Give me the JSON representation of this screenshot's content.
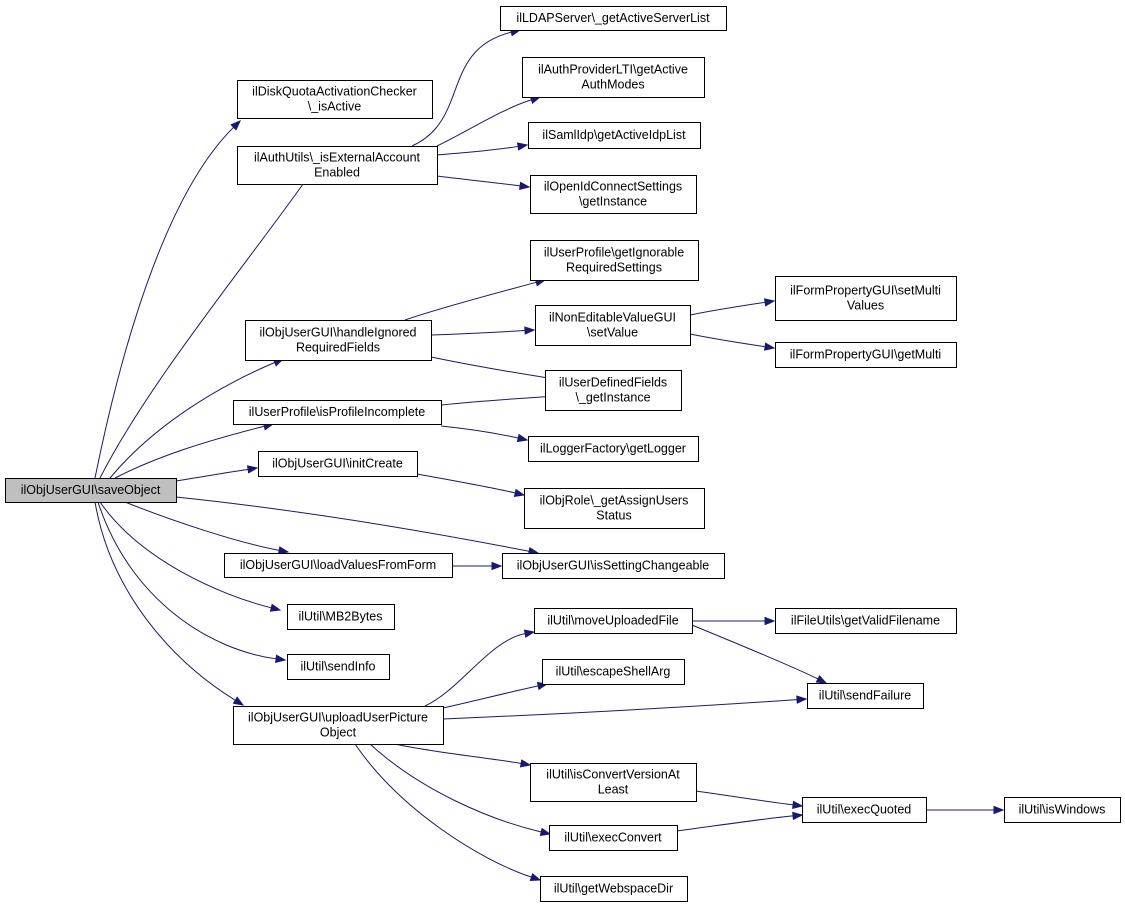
{
  "graph": {
    "nodes": [
      {
        "id": "saveObject",
        "lines": [
          "ilObjUserGUI\\saveObject"
        ],
        "root": true
      },
      {
        "id": "diskQuota",
        "lines": [
          "ilDiskQuotaActivationChecker",
          "\\_isActive"
        ]
      },
      {
        "id": "isExternal",
        "lines": [
          "ilAuthUtils\\_isExternalAccount",
          "Enabled"
        ]
      },
      {
        "id": "ldap",
        "lines": [
          "ilLDAPServer\\_getActiveServerList"
        ]
      },
      {
        "id": "lti",
        "lines": [
          "ilAuthProviderLTI\\getActive",
          "AuthModes"
        ]
      },
      {
        "id": "saml",
        "lines": [
          "ilSamlIdp\\getActiveIdpList"
        ]
      },
      {
        "id": "openid",
        "lines": [
          "ilOpenIdConnectSettings",
          "\\getInstance"
        ]
      },
      {
        "id": "getIgnorable",
        "lines": [
          "ilUserProfile\\getIgnorable",
          "RequiredSettings"
        ]
      },
      {
        "id": "handleIgnored",
        "lines": [
          "ilObjUserGUI\\handleIgnored",
          "RequiredFields"
        ]
      },
      {
        "id": "nonEditable",
        "lines": [
          "ilNonEditableValueGUI",
          "\\setValue"
        ]
      },
      {
        "id": "setMulti",
        "lines": [
          "ilFormPropertyGUI\\setMulti",
          "Values"
        ]
      },
      {
        "id": "getMulti",
        "lines": [
          "ilFormPropertyGUI\\getMulti"
        ]
      },
      {
        "id": "userDefined",
        "lines": [
          "ilUserDefinedFields",
          "\\_getInstance"
        ]
      },
      {
        "id": "isProfileIncomplete",
        "lines": [
          "ilUserProfile\\isProfileIncomplete"
        ]
      },
      {
        "id": "getLogger",
        "lines": [
          "ilLoggerFactory\\getLogger"
        ]
      },
      {
        "id": "initCreate",
        "lines": [
          "ilObjUserGUI\\initCreate"
        ]
      },
      {
        "id": "assignUsers",
        "lines": [
          "ilObjRole\\_getAssignUsers",
          "Status"
        ]
      },
      {
        "id": "loadValues",
        "lines": [
          "ilObjUserGUI\\loadValuesFromForm"
        ]
      },
      {
        "id": "isSettingChangeable",
        "lines": [
          "ilObjUserGUI\\isSettingChangeable"
        ]
      },
      {
        "id": "mb2bytes",
        "lines": [
          "ilUtil\\MB2Bytes"
        ]
      },
      {
        "id": "sendInfo",
        "lines": [
          "ilUtil\\sendInfo"
        ]
      },
      {
        "id": "uploadPicture",
        "lines": [
          "ilObjUserGUI\\uploadUserPicture",
          "Object"
        ]
      },
      {
        "id": "moveUploaded",
        "lines": [
          "ilUtil\\moveUploadedFile"
        ]
      },
      {
        "id": "validFilename",
        "lines": [
          "ilFileUtils\\getValidFilename"
        ]
      },
      {
        "id": "escapeShell",
        "lines": [
          "ilUtil\\escapeShellArg"
        ]
      },
      {
        "id": "sendFailure",
        "lines": [
          "ilUtil\\sendFailure"
        ]
      },
      {
        "id": "isConvertVersion",
        "lines": [
          "ilUtil\\isConvertVersionAt",
          "Least"
        ]
      },
      {
        "id": "execQuoted",
        "lines": [
          "ilUtil\\execQuoted"
        ]
      },
      {
        "id": "isWindows",
        "lines": [
          "ilUtil\\isWindows"
        ]
      },
      {
        "id": "execConvert",
        "lines": [
          "ilUtil\\execConvert"
        ]
      },
      {
        "id": "webspaceDir",
        "lines": [
          "ilUtil\\getWebspaceDir"
        ]
      }
    ],
    "edges": [
      [
        "saveObject",
        "diskQuota"
      ],
      [
        "saveObject",
        "isExternal"
      ],
      [
        "saveObject",
        "handleIgnored"
      ],
      [
        "saveObject",
        "isProfileIncomplete"
      ],
      [
        "saveObject",
        "initCreate"
      ],
      [
        "saveObject",
        "isSettingChangeable"
      ],
      [
        "saveObject",
        "loadValues"
      ],
      [
        "saveObject",
        "mb2bytes"
      ],
      [
        "saveObject",
        "sendInfo"
      ],
      [
        "saveObject",
        "uploadPicture"
      ],
      [
        "isExternal",
        "ldap"
      ],
      [
        "isExternal",
        "lti"
      ],
      [
        "isExternal",
        "saml"
      ],
      [
        "isExternal",
        "openid"
      ],
      [
        "handleIgnored",
        "getIgnorable"
      ],
      [
        "handleIgnored",
        "nonEditable"
      ],
      [
        "handleIgnored",
        "userDefined"
      ],
      [
        "nonEditable",
        "setMulti"
      ],
      [
        "nonEditable",
        "getMulti"
      ],
      [
        "isProfileIncomplete",
        "userDefined"
      ],
      [
        "isProfileIncomplete",
        "getLogger"
      ],
      [
        "initCreate",
        "assignUsers"
      ],
      [
        "loadValues",
        "isSettingChangeable"
      ],
      [
        "uploadPicture",
        "moveUploaded"
      ],
      [
        "uploadPicture",
        "escapeShell"
      ],
      [
        "uploadPicture",
        "sendFailure"
      ],
      [
        "uploadPicture",
        "isConvertVersion"
      ],
      [
        "uploadPicture",
        "execConvert"
      ],
      [
        "uploadPicture",
        "webspaceDir"
      ],
      [
        "moveUploaded",
        "validFilename"
      ],
      [
        "moveUploaded",
        "sendFailure"
      ],
      [
        "isConvertVersion",
        "execQuoted"
      ],
      [
        "execConvert",
        "execQuoted"
      ],
      [
        "execQuoted",
        "isWindows"
      ]
    ]
  }
}
